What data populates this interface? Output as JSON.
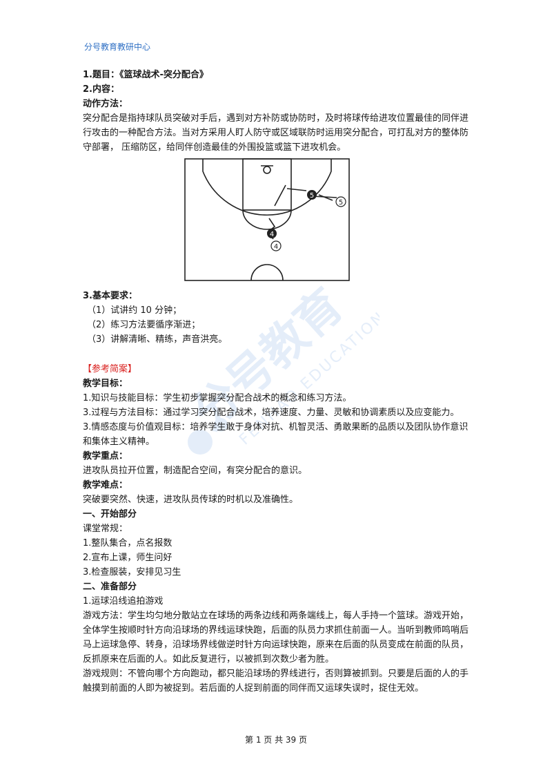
{
  "header": {
    "org": "分号教育教研中心"
  },
  "doc": {
    "title_line": "1.题目：《篮球战术-突分配合》",
    "content_heading": "2.内容：",
    "method_heading": "动作方法：",
    "method_text": "突分配合是指持球队员突破对手后，遇到对方补防或协防时，及时将球传给进攻位置最佳的同伴进行攻击的一种配合方法。当对方采用人盯人防守或区域联防时运用突分配合，可打乱对方的整体防守部署， 压缩防区，给同伴创造最佳的外围投篮或篮下进攻机会。",
    "requirements_heading": "3.基本要求：",
    "requirements": [
      "（1）试讲约 10 分钟；",
      "（2）练习方法要循序渐进；",
      "（3）讲解清晰、精练，声音洪亮。"
    ],
    "ref_tag": "【参考简案】",
    "goals_heading": "教学目标：",
    "goals": [
      "1.知识与技能目标：学生初步掌握突分配合战术的概念和练习方法。",
      "3.过程与方法目标：通过学习突分配合战术，培养速度、力量、灵敏和协调素质以及应变能力。",
      "3.情感态度与价值观目标：培养学生敢于身体对抗、机智灵活、勇敢果断的品质以及团队协作意识和集体主义精神。"
    ],
    "key_heading": "教学重点：",
    "key_text": "进攻队员拉开位置，制造配合空间，有突分配合的意识。",
    "diff_heading": "教学难点：",
    "diff_text": "突破要突然、快速，进攻队员传球的时机以及准确性。",
    "part1_heading": "一、开始部分",
    "part1_sub": "课堂常规：",
    "part1_items": [
      "1.整队集合，点名报数",
      "2.宣布上课，师生问好",
      "3.检查服装，安排见习生"
    ],
    "part2_heading": "二、准备部分",
    "part2_item": "1.运球沿线追拍游戏",
    "game_method": "游戏方法：学生均匀地分散站立在球场的两条边线和两条端线上，每人手持一个篮球。游戏开始，全体学生按顺时针方向沿球场的界线运球快跑，后面的队员力求抓住前面一人。当听到教师鸣哨后马上运球急停、转身，沿球场界线做逆时针方向运球快跑，原来在后面的队员变成在前面的队员，反抓原来在后面的人。如此反复进行，以被抓到次数少者为胜。",
    "game_rules": "游戏规则：不管向哪个方向跑动，都只能沿球场的界线进行，否则算被抓到。只要是后面的人的手触摸到前面的人即为被捉到。若后面的人捉到前面的同伴而又运球失误时，捉住无效。"
  },
  "diagram": {
    "players": [
      "4",
      "4",
      "5",
      "5"
    ]
  },
  "watermark": {
    "cn": "分号教育",
    "en": "FENHAO EDUCATION"
  },
  "footer": {
    "page_text": "第 1 页 共 39 页"
  },
  "colors": {
    "header": "#2e6fc4",
    "tag": "#d9201e",
    "watermark": "#cfe0f5"
  }
}
